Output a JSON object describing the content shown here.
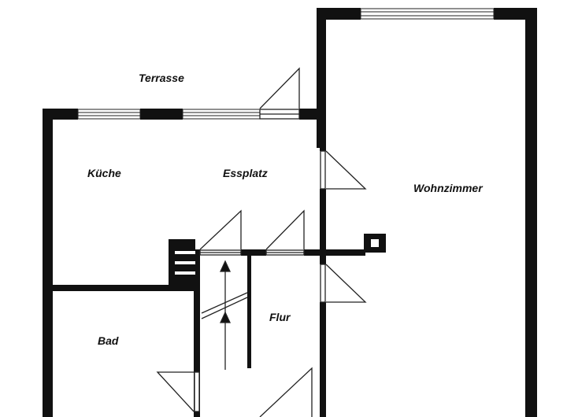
{
  "rooms": {
    "terrace": "Terrasse",
    "kitchen": "Küche",
    "dining": "Essplatz",
    "living": "Wohnzimmer",
    "bath": "Bad",
    "hall": "Flur"
  },
  "colors": {
    "wall": "#111111",
    "line": "#222222",
    "background": "#ffffff"
  }
}
